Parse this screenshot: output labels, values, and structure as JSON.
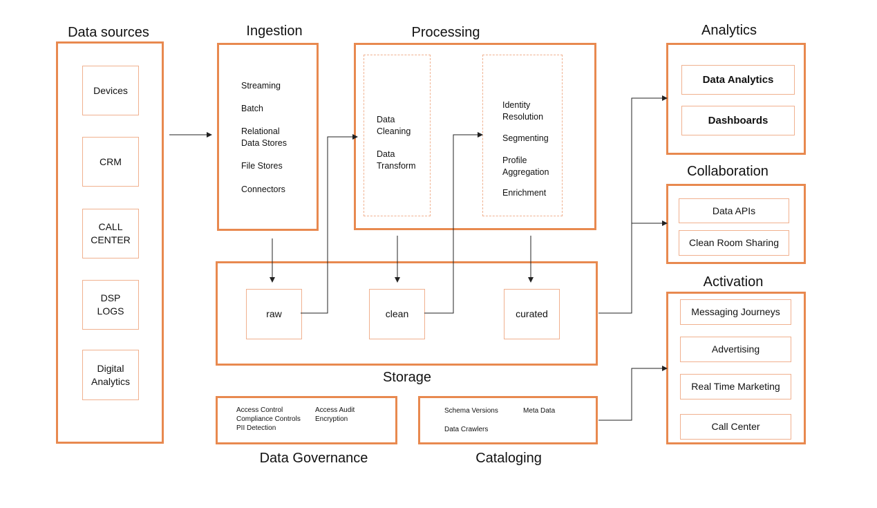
{
  "colors": {
    "panel_border": "#e8894f",
    "box_border": "#f0b08e",
    "arrow": "#222222"
  },
  "titles": {
    "data_sources": "Data sources",
    "ingestion": "Ingestion",
    "processing": "Processing",
    "analytics": "Analytics",
    "collaboration": "Collaboration",
    "activation": "Activation",
    "storage": "Storage",
    "data_governance": "Data Governance",
    "cataloging": "Cataloging"
  },
  "data_sources": [
    "Devices",
    "CRM",
    "CALL\nCENTER",
    "DSP\nLOGS",
    "Digital\nAnalytics"
  ],
  "ingestion": [
    "Streaming",
    "Batch",
    "Relational\nData Stores",
    "File Stores",
    "Connectors"
  ],
  "processing": {
    "cleaning": [
      "Data\nCleaning",
      "Data\nTransform"
    ],
    "enrichment": [
      "Identity\nResolution",
      "Segmenting",
      "Profile\nAggregation",
      "Enrichment"
    ]
  },
  "storage": [
    "raw",
    "clean",
    "curated"
  ],
  "analytics": [
    "Data Analytics",
    "Dashboards"
  ],
  "collaboration": [
    "Data APIs",
    "Clean Room Sharing"
  ],
  "activation": [
    "Messaging Journeys",
    "Advertising",
    "Real Time Marketing",
    "Call Center"
  ],
  "governance": {
    "col1": "Access Control\nCompliance Controls\nPII Detection",
    "col2": "Access Audit\nEncryption"
  },
  "cataloging": {
    "schema_versions": "Schema Versions",
    "meta_data": "Meta Data",
    "data_crawlers": "Data Crawlers"
  }
}
